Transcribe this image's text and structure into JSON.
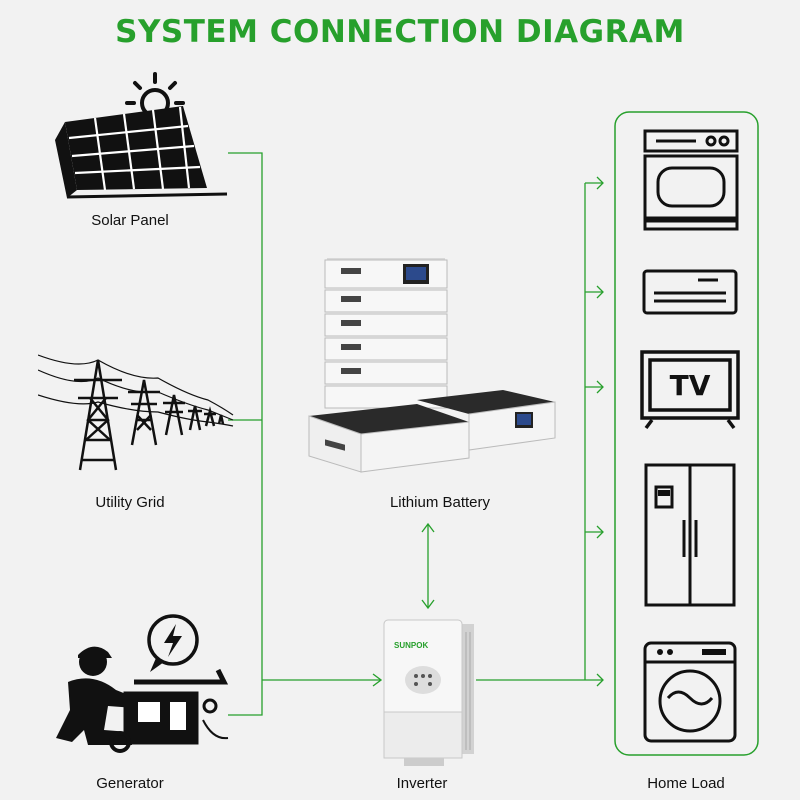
{
  "title": "SYSTEM CONNECTION DIAGRAM",
  "nodes": {
    "solar": "Solar Panel",
    "grid": "Utility Grid",
    "generator": "Generator",
    "battery": "Lithium Battery",
    "inverter": "Inverter",
    "home": "Home Load"
  },
  "brand": "SUNPOK",
  "appliance_text": "TV",
  "colors": {
    "accent": "#27a02c",
    "icon": "#111111",
    "background": "#f2f2f2"
  }
}
